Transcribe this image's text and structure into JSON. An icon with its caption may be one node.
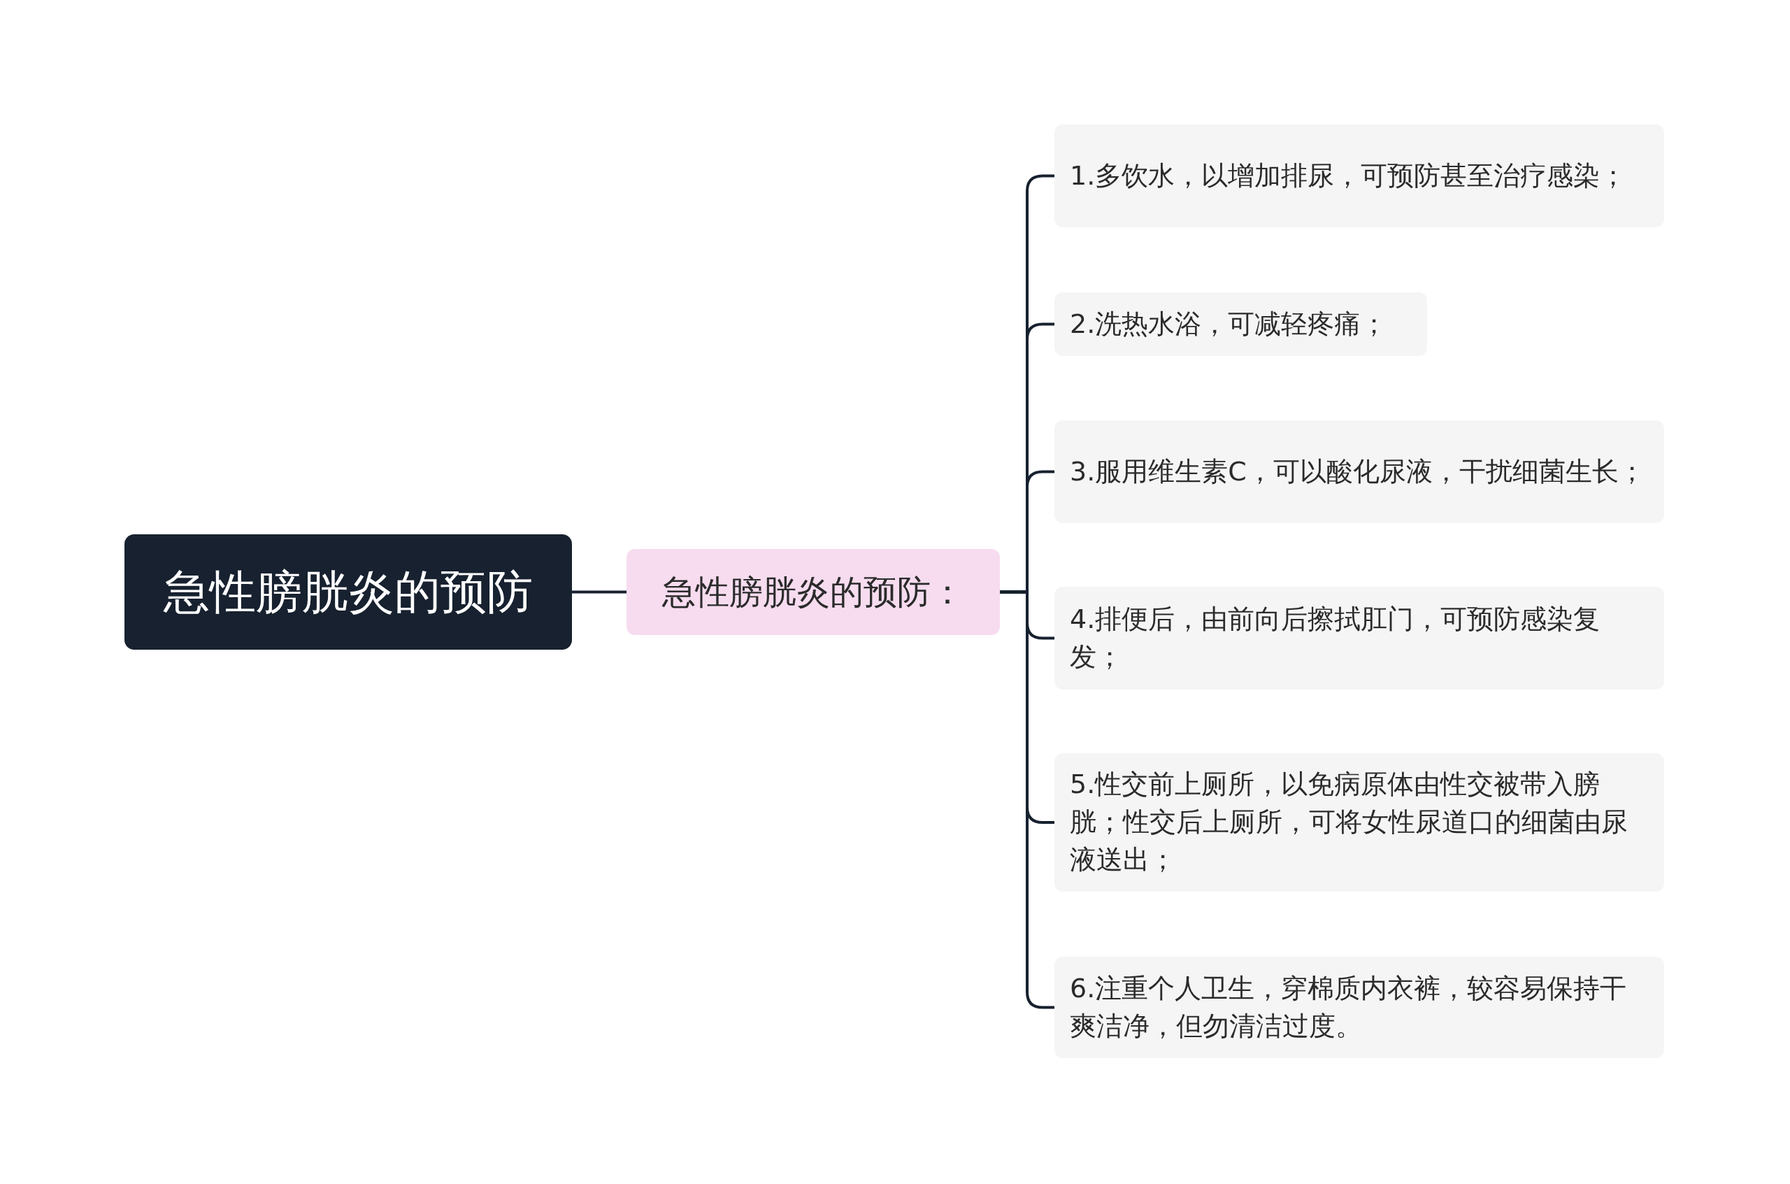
{
  "diagram": {
    "nodes": [
      {
        "text": [
          "急性膀胱炎的预防"
        ]
      },
      {
        "text": [
          "急性膀胱炎的预防："
        ]
      },
      {
        "text": [
          "1.多饮水，以增加排尿，可预防甚至治疗感染；"
        ]
      },
      {
        "text": [
          "2.洗热水浴，可减轻疼痛；"
        ]
      },
      {
        "text": [
          "3.服用维生素C，可以酸化尿液，干扰细菌生长；"
        ]
      },
      {
        "text": [
          "4.排便后，由前向后擦拭肛门，可预防感染复发；"
        ]
      },
      {
        "text": [
          "5.性交前上厕所，以免病原体由性交被带入膀胱；性交后上厕所，可将女性尿道口的细菌由尿液送出；"
        ]
      },
      {
        "text": [
          "6.注重个人卫生，穿棉质内衣裤，较容易保持干爽洁净，但勿清洁过度。"
        ]
      }
    ],
    "edges": [
      {
        "from": 0,
        "to": 1,
        "arrow": "none"
      },
      {
        "from": 1,
        "to": 2,
        "arrow": "none"
      },
      {
        "from": 1,
        "to": 3,
        "arrow": "none"
      },
      {
        "from": 1,
        "to": 4,
        "arrow": "none"
      },
      {
        "from": 1,
        "to": 5,
        "arrow": "none"
      },
      {
        "from": 1,
        "to": 6,
        "arrow": "none"
      },
      {
        "from": 1,
        "to": 7,
        "arrow": "none"
      }
    ]
  }
}
